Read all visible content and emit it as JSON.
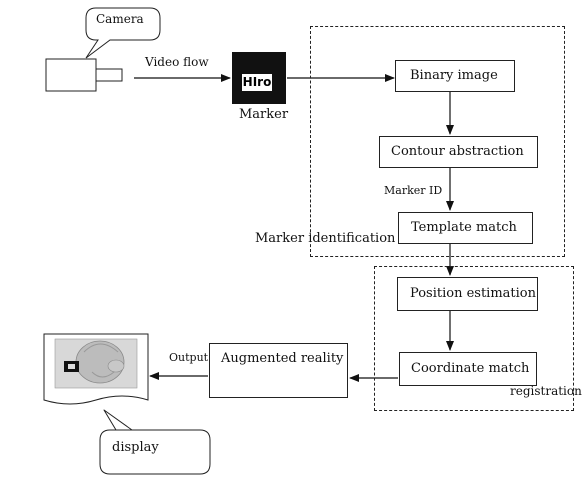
{
  "camera": {
    "label": "Camera"
  },
  "video_flow": {
    "label": "Video flow"
  },
  "marker": {
    "label": "Marker",
    "inner_text": "HIro"
  },
  "identification": {
    "group_label": "Marker identification",
    "binary_image": "Binary image",
    "contour_abstraction": "Contour abstraction",
    "marker_id": "Marker ID",
    "template_match": "Template match"
  },
  "registration": {
    "group_label": "registration",
    "position_estimation": "Position estimation",
    "coordinate_match": "Coordinate match"
  },
  "augmented_reality": {
    "label": "Augmented reality",
    "output_label": "Output"
  },
  "display": {
    "label": "display"
  }
}
